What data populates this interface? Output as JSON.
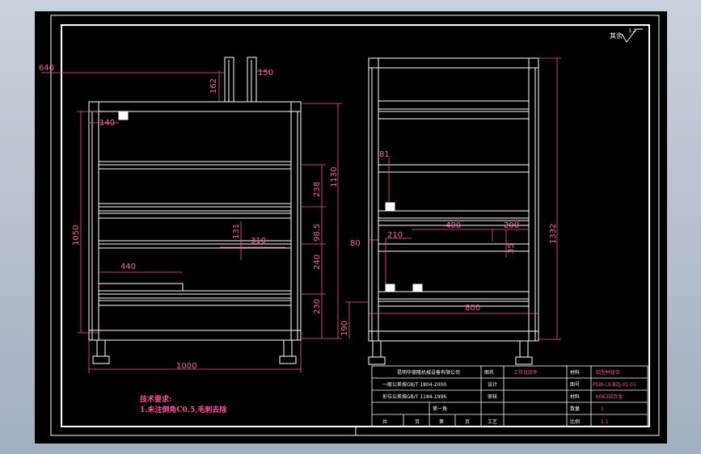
{
  "drawing": {
    "roughness_symbol": "3.2",
    "front_view": {
      "dims": [
        "640",
        "150",
        "162",
        "140",
        "1130",
        "1050",
        "238",
        "98.5",
        "240",
        "230",
        "190",
        "131",
        "310",
        "440",
        "1000"
      ]
    },
    "side_view": {
      "dims": [
        "1332",
        "81",
        "400",
        "200",
        "210",
        "80",
        "35",
        "800"
      ]
    },
    "notes": {
      "title": "技术要求:",
      "line1": "1.未注倒角C0.5,毛刺去除"
    },
    "title_block": {
      "company": "昆明华德隆机械设备有限公司",
      "left_rows": [
        "一般公差按GB/T 1804-2000",
        "形位公差按GB/T 1184-1996",
        "第一角"
      ],
      "bottom_labels": [
        "共",
        "页",
        "第",
        "页"
      ],
      "mid_labels": [
        "图名",
        "设计",
        "审核",
        "工艺"
      ],
      "drawing_name": "工作台组件",
      "right_labels": [
        "材料",
        "图号",
        "材料",
        "数量",
        "比例"
      ],
      "right_values": [
        "铝型材组合",
        "PSW-LX-BZJ-01-01",
        "6063铝合金",
        "1",
        "1:1"
      ]
    }
  }
}
